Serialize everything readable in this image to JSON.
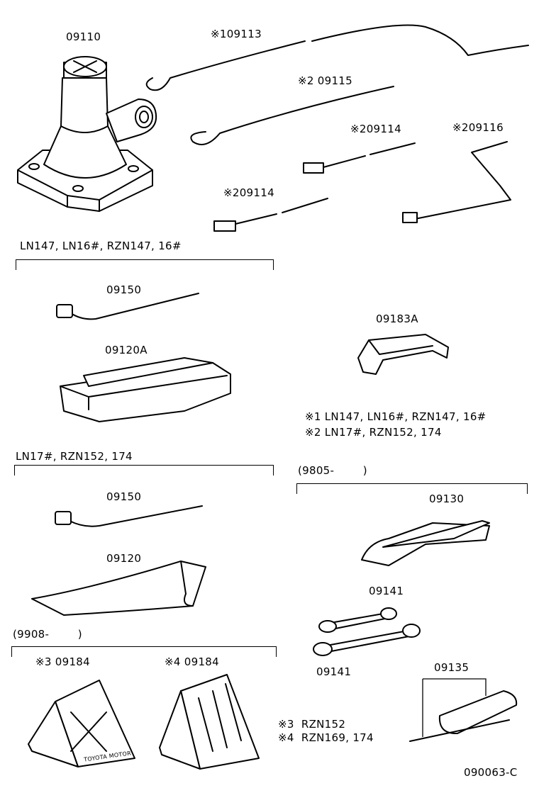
{
  "labels": {
    "jack": "09110",
    "jack_handle_1": "※109113",
    "jack_handle_2": "※2 09115",
    "ext_bar_a": "※209114",
    "crank": "※209116",
    "ext_bar_b": "※209114",
    "group_a_models": "LN147, LN16#, RZN147, 16#",
    "wrench_a": "09150",
    "tray_a": "09120A",
    "bracket_183a": "09183A",
    "note1": "※1 LN147, LN16#, RZN147, 16#",
    "note2": "※2 LN17#, RZN152, 174",
    "group_b_models": "LN17#, RZN152, 174",
    "wrench_b": "09150",
    "bag": "09120",
    "date_9805": "(9805-        )",
    "pliers": "09130",
    "spanner_a": "09141",
    "spanner_b": "09141",
    "date_9908": "(9908-        )",
    "chock_3": "※3 09184",
    "chock_4": "※4 09184",
    "screwdriver": "09135",
    "note3": "※3  RZN152",
    "note4": "※4  RZN169, 174",
    "diagram_id": "090063-C",
    "chock_stamp": "TOYOTA MOTOR"
  },
  "colors": {
    "ink": "#000000",
    "paper": "#ffffff"
  }
}
